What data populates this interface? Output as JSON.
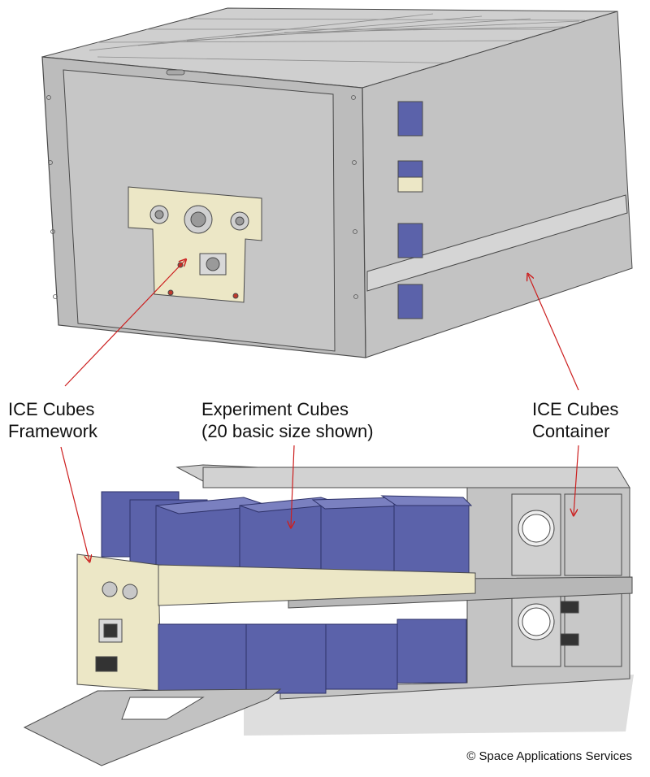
{
  "labels": {
    "framework": [
      "ICE Cubes",
      "Framework"
    ],
    "experiment": [
      "Experiment Cubes",
      "(20 basic size shown)"
    ],
    "container": [
      "ICE Cubes",
      "Container"
    ]
  },
  "credit": "© Space Applications Services",
  "colors": {
    "grey": "#c2c2c2",
    "grey_dark": "#a8a8a8",
    "grey_light": "#d8d8d8",
    "panel": "#ece7c6",
    "cube": "#5b62aa",
    "cube_dark": "#464c8e",
    "cube_light": "#7a80c0",
    "arrow": "#cc1f1f",
    "outline": "#4a4a4a"
  }
}
